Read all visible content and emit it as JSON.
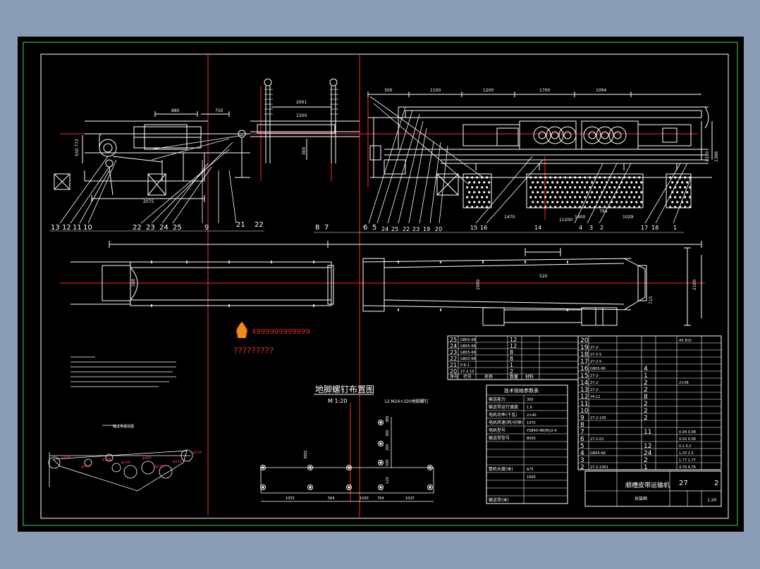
{
  "drawing": {
    "dims_top": [
      "300",
      "1100",
      "1200",
      "1700",
      "1094"
    ],
    "dims_top_left": [
      "880",
      "750",
      "2001",
      "1500"
    ],
    "dim_left_small": "2075",
    "dim_vertical_left": "550.772",
    "dim_vertical_mid": "300",
    "dims_right_vertical": [
      "1370",
      "1386"
    ],
    "dims_bottom": [
      "1470",
      "11200",
      "1400",
      "794",
      "1029"
    ],
    "dims_plan": [
      "2100",
      "1000",
      "520",
      "280",
      "715"
    ],
    "part_labels_left": [
      "13",
      "12",
      "11",
      "10",
      "22",
      "23",
      "24",
      "25",
      "9",
      "21",
      "22"
    ],
    "part_labels_right": [
      "8",
      "7",
      "6",
      "5",
      "24",
      "25",
      "22",
      "23",
      "19",
      "20",
      "15",
      "16",
      "14",
      "4",
      "3",
      "2",
      "17",
      "18",
      "1"
    ],
    "logo_digits": "4999999999999",
    "logo_question": "?????????",
    "foundation_title": "地脚螺钉布置图",
    "foundation_scale": "M 1:20",
    "foundation_note": "12  M24×320地脚螺钉",
    "foundation_dims_h": [
      "1055",
      "564",
      "1000",
      "794",
      "1025"
    ],
    "foundation_dims_v": [
      "380",
      "360",
      "265",
      "500",
      "3001",
      "120"
    ],
    "belt_diagram_title": "输送带缠绕图",
    "belt_labels": [
      "φ120",
      "φ200",
      "φ108",
      "φ120",
      "φ400",
      "φ108",
      "φ110",
      "φ210"
    ],
    "specs_title": "技术规格参数表",
    "specs_rows": [
      [
        "输送能力",
        "300"
      ],
      [
        "输送带运行速度",
        "1.6"
      ],
      [
        "电机功率(千瓦)",
        "2×40"
      ],
      [
        "电机转速(转/分钟)",
        "1475"
      ],
      [
        "电机型号",
        "YSB40-4B(M)/2-4"
      ],
      [
        "输送带型号",
        "800S"
      ],
      [
        "",
        ""
      ],
      [
        "",
        ""
      ],
      [
        "",
        ""
      ],
      [
        "整机长度(米)",
        "675"
      ],
      [
        "",
        "1600"
      ],
      [
        "",
        ""
      ],
      [
        "",
        ""
      ],
      [
        "输送带(米)",
        ""
      ]
    ],
    "bom_left": [
      [
        "25",
        "GB05-66",
        "",
        "12"
      ],
      [
        "24",
        "GB05-66",
        "",
        "12"
      ],
      [
        "23",
        "GB05-66",
        "",
        "8"
      ],
      [
        "22",
        "GB05-66",
        "",
        "8"
      ],
      [
        "21",
        "P-6-1",
        "",
        "1"
      ],
      [
        "20",
        "27-2-10",
        "",
        "2"
      ]
    ],
    "bom_right": [
      [
        "20",
        "",
        "",
        "",
        "A5 810"
      ],
      [
        "19",
        "27-2-",
        "",
        "",
        ""
      ],
      [
        "18",
        "27-2-5",
        "",
        "",
        ""
      ],
      [
        "17",
        "27-2-5",
        "",
        "",
        ""
      ],
      [
        "16",
        "GB05-66",
        "",
        "4",
        ""
      ],
      [
        "15",
        "27-2-",
        "",
        "1",
        ""
      ],
      [
        "14",
        "27-2-",
        "",
        "2",
        "2×58"
      ],
      [
        "13",
        "27-2-",
        "",
        "2",
        ""
      ],
      [
        "12",
        "Y4-12",
        "",
        "8",
        ""
      ],
      [
        "11",
        "",
        "",
        "2",
        ""
      ],
      [
        "10",
        "",
        "",
        "2",
        ""
      ],
      [
        "9",
        "27-2-100",
        "",
        "2",
        ""
      ],
      [
        "8",
        "",
        "",
        "",
        ""
      ],
      [
        "7",
        "",
        "",
        "11",
        "0.04 0.08"
      ],
      [
        "6",
        "27-2-01",
        "",
        "",
        "0.02 0.08"
      ],
      [
        "5",
        "",
        "",
        "12",
        "0.1  0.2"
      ],
      [
        "4",
        "GB05-66",
        "",
        "24",
        "1.25 2.5"
      ],
      [
        "3",
        "",
        "",
        "2",
        "1.77 1.77"
      ],
      [
        "2",
        "27-2-1001",
        "",
        "1",
        "4.76 4.76"
      ]
    ],
    "bom_header_left": [
      "序号",
      "代号",
      "名称",
      "数量",
      "材料"
    ],
    "title_block": {
      "title": "顺槽皮带运输机",
      "drawing_no": "27",
      "sheet_mark": "2",
      "sub": "总装图",
      "scale": "1:20"
    }
  },
  "colors": {
    "background": "#000000",
    "frame": "#2e8b3f",
    "line": "#ffffff",
    "axis": "#ff2a2a",
    "outer": "#8a9db5"
  }
}
